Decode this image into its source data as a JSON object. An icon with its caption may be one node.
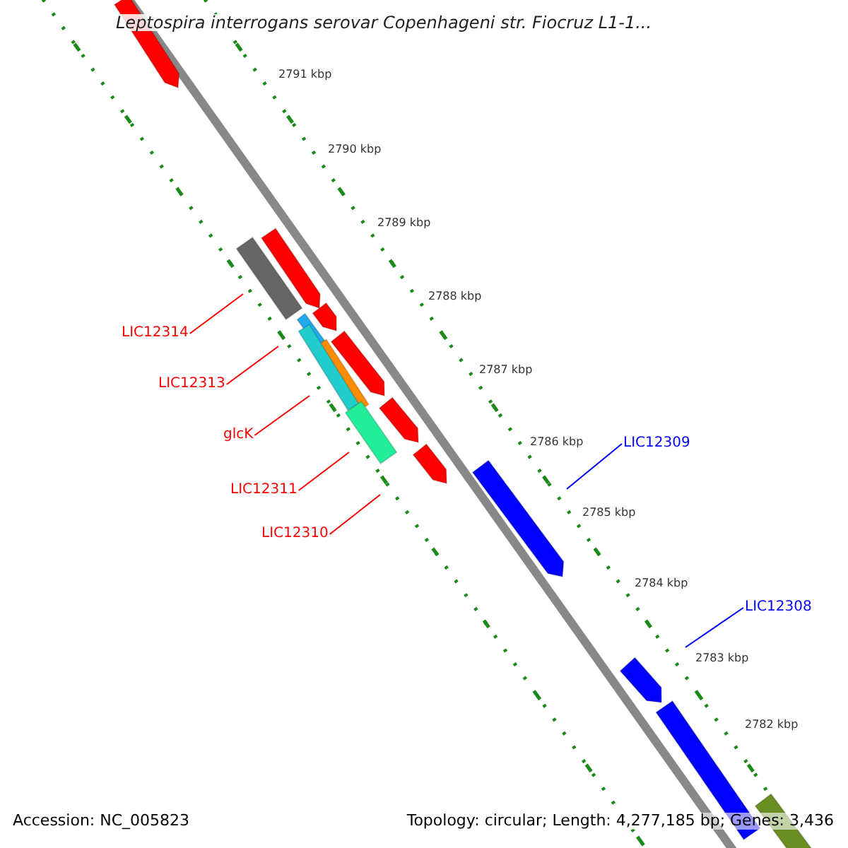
{
  "diagram": {
    "title": "Leptospira interrogans serovar Copenhageni str. Fiocruz L1-1...",
    "nodes": [
      {
        "text": [
          "LIC12314"
        ]
      },
      {
        "text": [
          "LIC12313"
        ]
      },
      {
        "text": [
          "glcK"
        ]
      },
      {
        "text": [
          "LIC12309"
        ]
      },
      {
        "text": [
          "LIC12311"
        ]
      },
      {
        "text": [
          "LIC12310"
        ]
      },
      {
        "text": [
          "LIC12308"
        ]
      }
    ],
    "edges": [
      {
        "from": 0,
        "to": null,
        "arrow": "none"
      },
      {
        "from": 1,
        "to": null,
        "arrow": "none"
      },
      {
        "from": 2,
        "to": null,
        "arrow": "none"
      },
      {
        "from": 3,
        "to": null,
        "arrow": "none",
        "color": "#0000ff"
      },
      {
        "from": 4,
        "to": null,
        "arrow": "none"
      },
      {
        "from": 5,
        "to": null,
        "arrow": "none"
      },
      {
        "from": 6,
        "to": null,
        "arrow": "none",
        "color": "#0000ff"
      }
    ],
    "labels": [
      "2791 kbp",
      "2790 kbp",
      "2789 kbp",
      "2788 kbp",
      "2787 kbp",
      "2786 kbp",
      "2785 kbp",
      "2784 kbp",
      "2783 kbp",
      "2782 kbp",
      "Accession: NC_005823",
      "Topology: circular; Length: 4,277,185 bp; Genes: 3,436"
    ]
  }
}
